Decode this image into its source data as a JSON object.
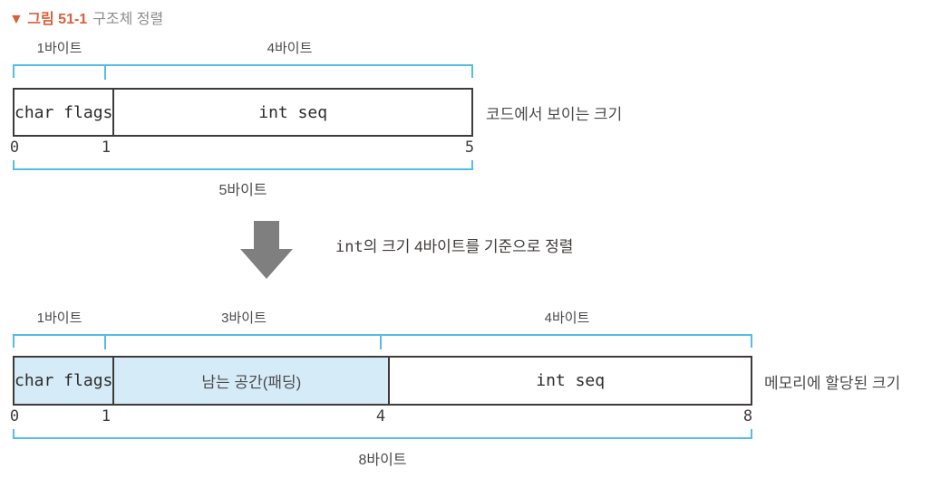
{
  "title": {
    "prefix": "▼ 그림 51-1",
    "caption": "구조체 정렬"
  },
  "colors": {
    "accent": "#d9603b",
    "title_gray": "#8c8c8c",
    "bracket": "#55bce5",
    "cell_fill": "#d6ebf8",
    "line": "#3f3b3a",
    "arrow": "#7f7f7f"
  },
  "before": {
    "size_labels": [
      "1바이트",
      "4바이트"
    ],
    "cells": [
      {
        "label": "char flags",
        "filled": false
      },
      {
        "label": "int seq",
        "filled": false
      }
    ],
    "offsets": [
      "0",
      "1",
      "5"
    ],
    "total_label": "5바이트",
    "caption": "코드에서 보이는 크기"
  },
  "transform": {
    "arrow_icon": "down-block-arrow",
    "note_code": "int",
    "note_rest": "의 크기 4바이트를 기준으로 정렬"
  },
  "after": {
    "size_labels": [
      "1바이트",
      "3바이트",
      "4바이트"
    ],
    "cells": [
      {
        "label": "char flags",
        "filled": true
      },
      {
        "label": "남는 공간(패딩)",
        "filled": true
      },
      {
        "label": "int seq",
        "filled": false
      }
    ],
    "offsets": [
      "0",
      "1",
      "4",
      "8"
    ],
    "total_label": "8바이트",
    "caption": "메모리에 할당된 크기"
  }
}
